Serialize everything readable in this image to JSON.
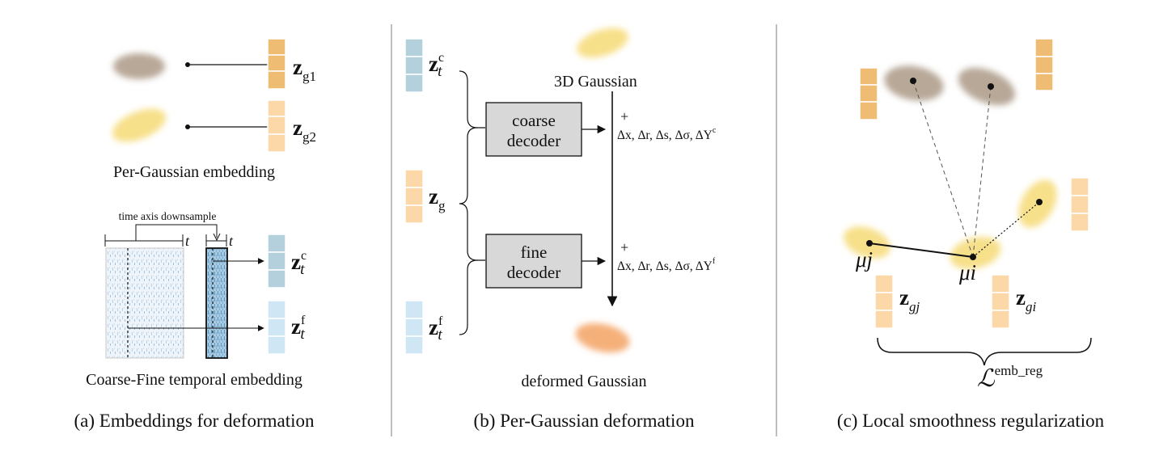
{
  "panel_a": {
    "gaussian_1_sub": "g1",
    "gaussian_2_sub": "g2",
    "per_gaussian_label": "Per-Gaussian embedding",
    "time_axis_label": "time axis downsample",
    "t_label": "t",
    "z_coarse_sup": "c",
    "z_fine_sup": "f",
    "temporal_label": "Coarse-Fine temporal embedding",
    "caption": "(a) Embeddings for deformation"
  },
  "panel_b": {
    "z_coarse_sup": "c",
    "z_g_sub": "g",
    "z_fine_sup": "f",
    "gaussian_label": "3D Gaussian",
    "coarse_decoder_line1": "coarse",
    "coarse_decoder_line2": "decoder",
    "fine_decoder_line1": "fine",
    "fine_decoder_line2": "decoder",
    "plus": "+",
    "coarse_delta": "Δx, Δr, Δs, Δσ, ΔY",
    "coarse_delta_sup": "c",
    "fine_delta_sup": "f",
    "deformed_label": "deformed Gaussian",
    "caption": "(b) Per-Gaussian deformation"
  },
  "panel_c": {
    "mu_j": "μj",
    "mu_i": "μi",
    "z_gj_sub": "gj",
    "z_gi_sub": "gi",
    "loss_label": "emb_reg",
    "caption": "(c) Local smoothness regularization"
  },
  "colors": {
    "brown_gaussian": "#b8a898",
    "yellow_gaussian": "#f7e08a",
    "orange_gaussian": "#f5b07a",
    "embed_orange_dark": "#eebc72",
    "embed_orange_light": "#fcd8a8",
    "embed_blue_dark": "#b4d0dc",
    "embed_blue_light": "#cfe6f4",
    "decoder_fill": "#d8d8d8"
  }
}
